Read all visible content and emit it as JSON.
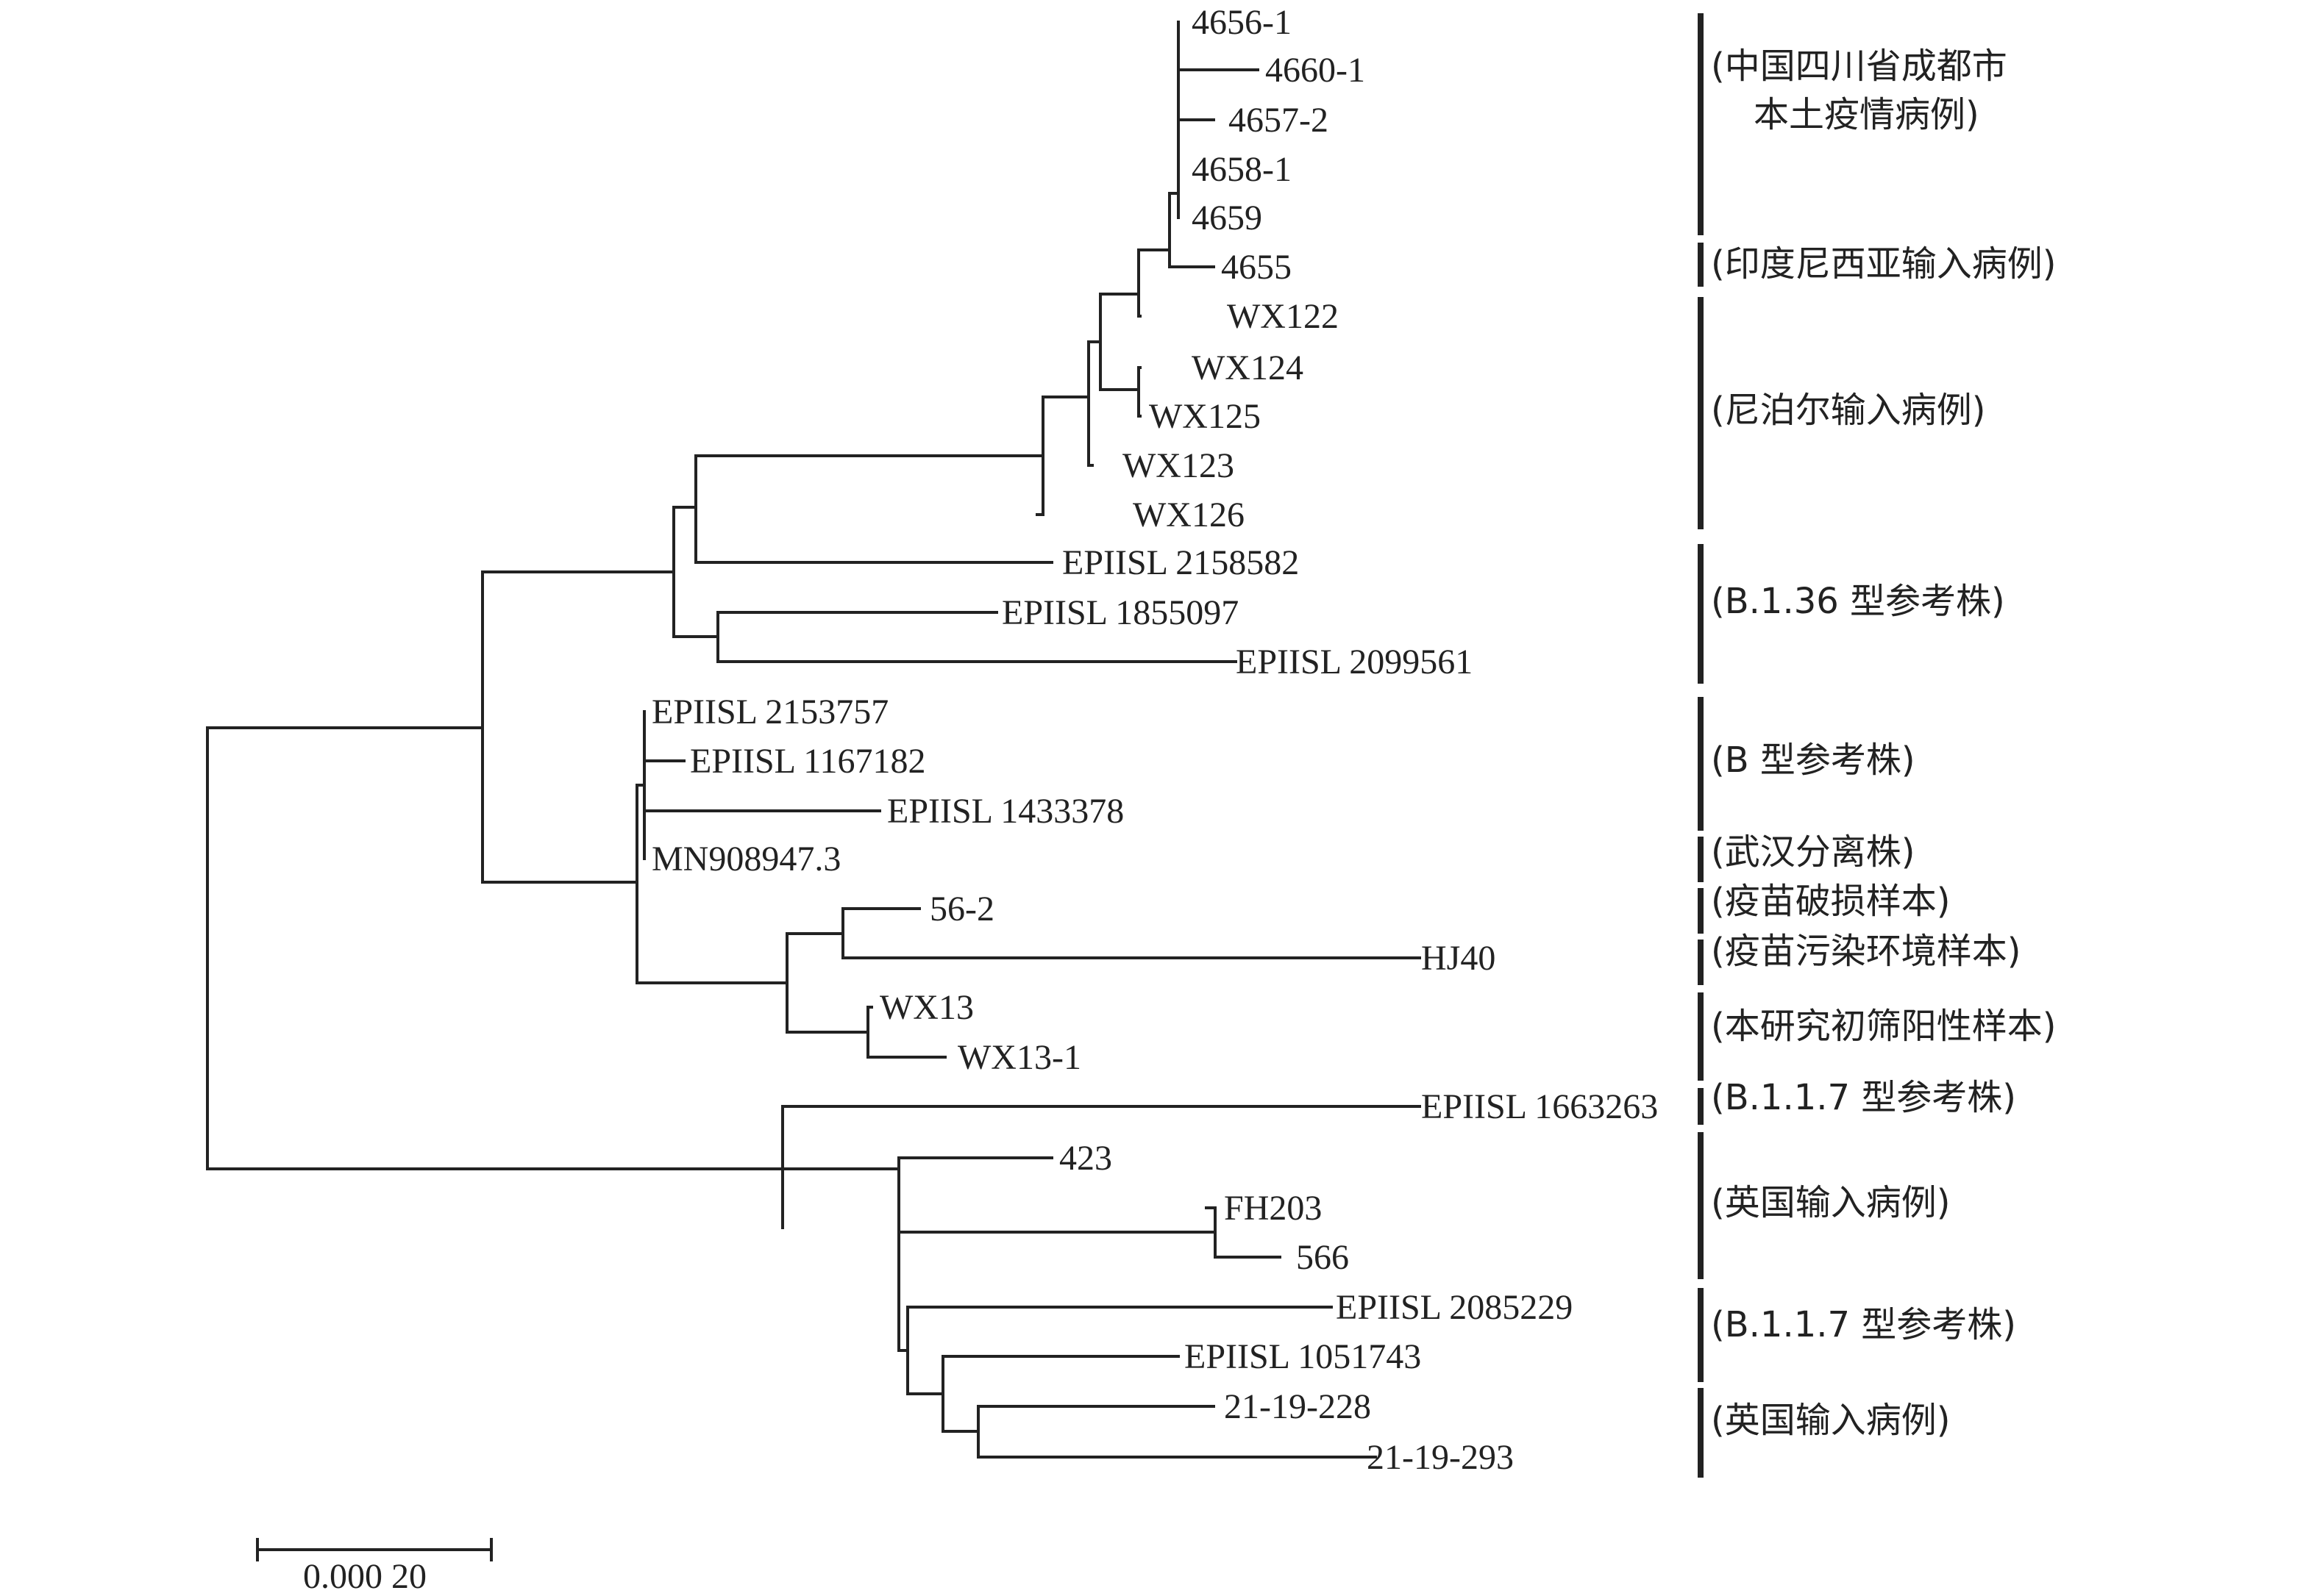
{
  "leaves": [
    "4656-1",
    "4660-1",
    "4657-2",
    "4658-1",
    "4659",
    "4655",
    "WX122",
    "WX124",
    "WX125",
    "WX123",
    "WX126",
    "EPIISL 2158582",
    "EPIISL 1855097",
    "EPIISL 2099561",
    "EPIISL 2153757",
    "EPIISL 1167182",
    "EPIISL 1433378",
    "MN908947.3",
    "56-2",
    "HJ40",
    "WX13",
    "WX13-1",
    "EPIISL 1663263",
    "423",
    "FH203",
    "566",
    "EPIISL 2085229",
    "EPIISL 1051743",
    "21-19-228",
    "21-19-293"
  ],
  "groups": [
    [
      "(中国四川省成都市",
      "本土疫情病例)"
    ],
    [
      "(印度尼西亚输入病例)"
    ],
    [
      "(尼泊尔输入病例)"
    ],
    [
      "(B.1.36 型参考株)"
    ],
    [
      "(B 型参考株)"
    ],
    [
      "(武汉分离株)"
    ],
    [
      "(疫苗破损样本)"
    ],
    [
      "(疫苗污染环境样本)"
    ],
    [
      "(本研究初筛阳性样本)"
    ],
    [
      "(B.1.1.7 型参考株)"
    ],
    [
      "(英国输入病例)"
    ],
    [
      "(B.1.1.7 型参考株)"
    ],
    [
      "(英国输入病例)"
    ]
  ],
  "scale_bar": {
    "label": "0.000 20",
    "value": 0.0002
  }
}
